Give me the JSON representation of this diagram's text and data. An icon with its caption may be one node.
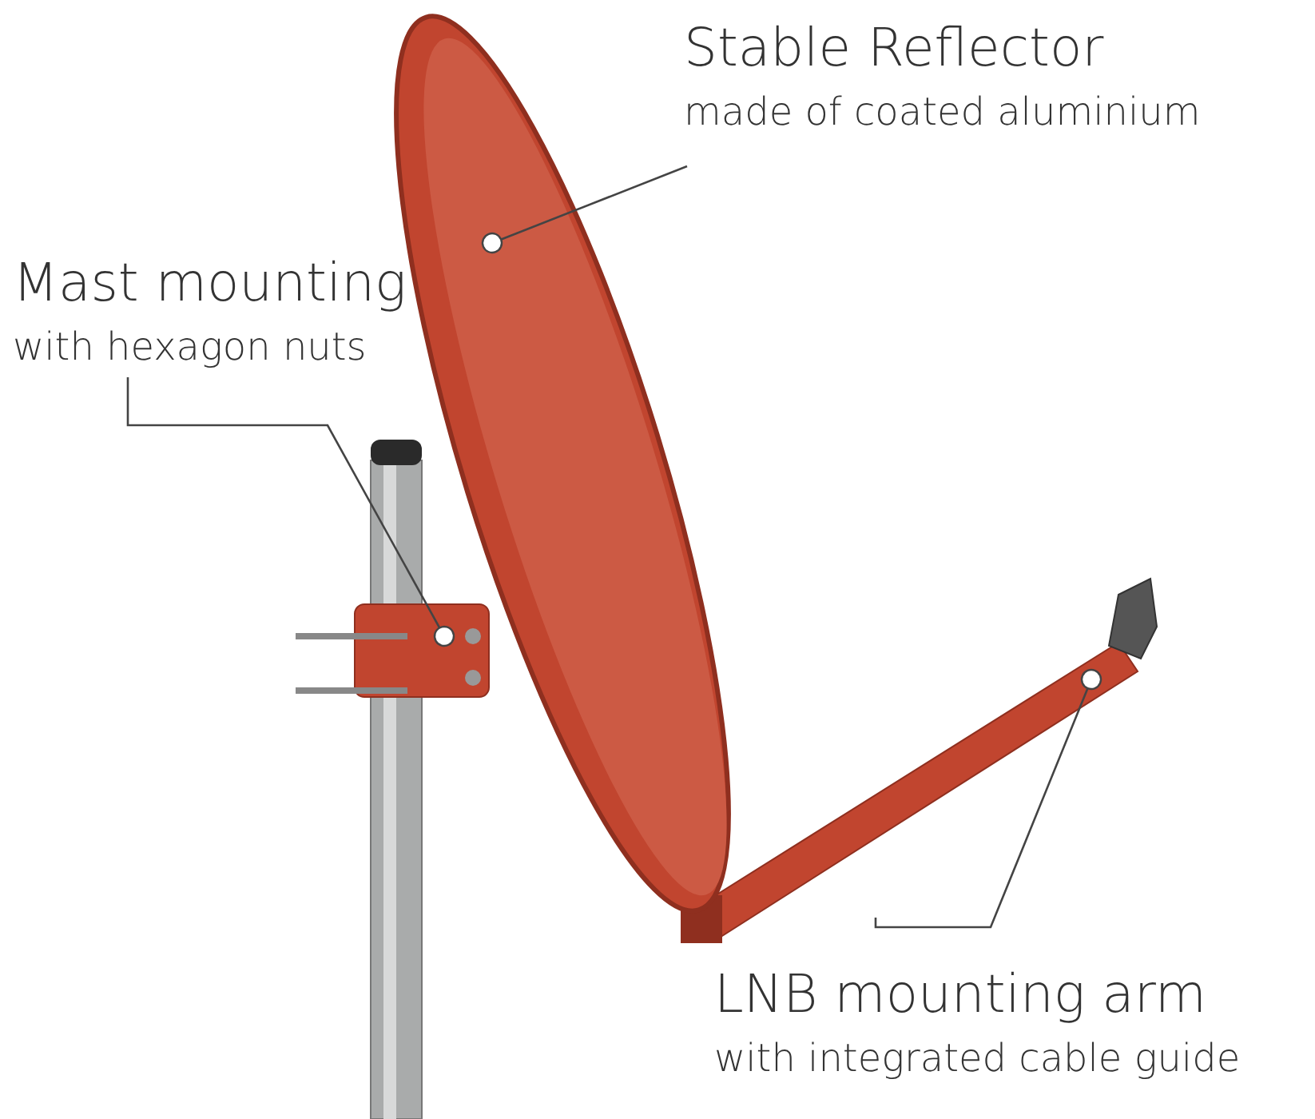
{
  "diagram": {
    "nodes": [
      {
        "text": [
          "Stable Reflector",
          "made of coated aluminium"
        ]
      },
      {
        "text": [
          "Mast mounting",
          "with hexagon nuts"
        ]
      },
      {
        "text": [
          "LNB mounting arm",
          "with integrated cable guide"
        ]
      },
      {
        "text": [],
        "shape": "picture"
      },
      {
        "text": [],
        "shape": "picture"
      },
      {
        "text": [],
        "shape": "picture"
      }
    ],
    "edges": [
      {
        "from": 0,
        "to": 3,
        "arrow": "other"
      },
      {
        "from": 1,
        "to": 4,
        "arrow": "other"
      },
      {
        "from": 2,
        "to": 5,
        "arrow": "other"
      }
    ]
  }
}
